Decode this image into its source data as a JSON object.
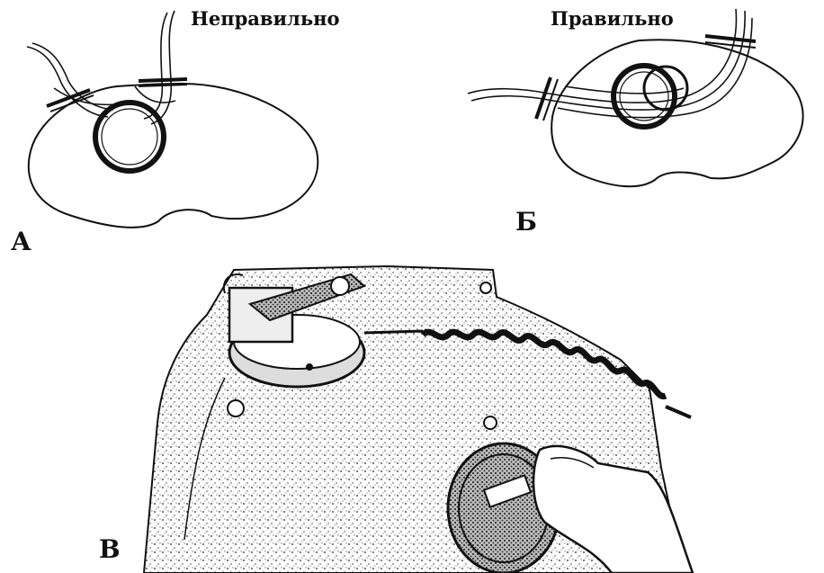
{
  "panels": {
    "a": {
      "letter": "А",
      "caption": "Неправильно"
    },
    "b": {
      "letter": "Б",
      "caption": "Правильно"
    },
    "v": {
      "letter": "В"
    }
  }
}
